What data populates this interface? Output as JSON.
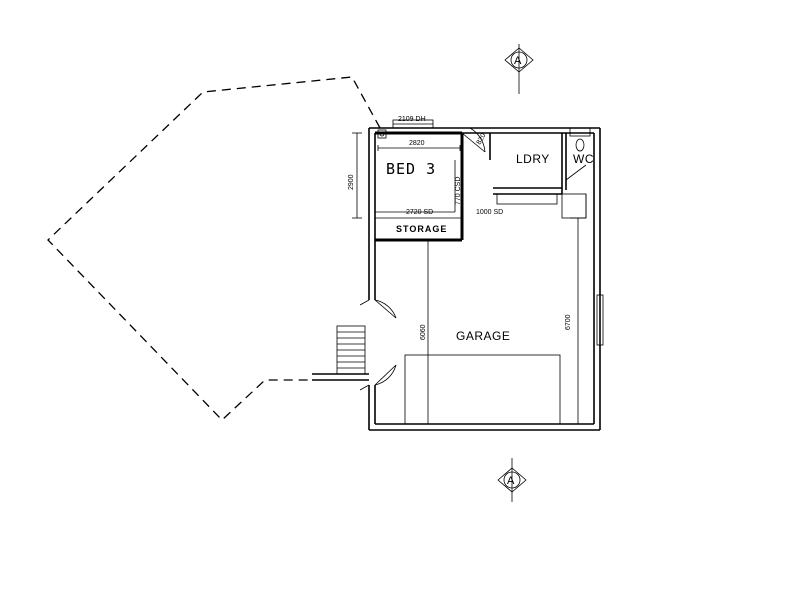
{
  "rooms": {
    "bed": "BED 3",
    "laundry": "LDRY",
    "wc": "WC",
    "garage": "GARAGE",
    "storage": "STORAGE"
  },
  "dimensions": {
    "window_top": "2109 DH",
    "bed_width": "2820",
    "bed_height": "2900",
    "bed_bottom": "2720 SD",
    "robe_side": "770 CSD",
    "door_small": "1000 SD",
    "door_swing": "820",
    "garage_depth": "6060",
    "garage_right": "6700"
  },
  "section_markers": {
    "top": "A",
    "bottom": "A"
  }
}
